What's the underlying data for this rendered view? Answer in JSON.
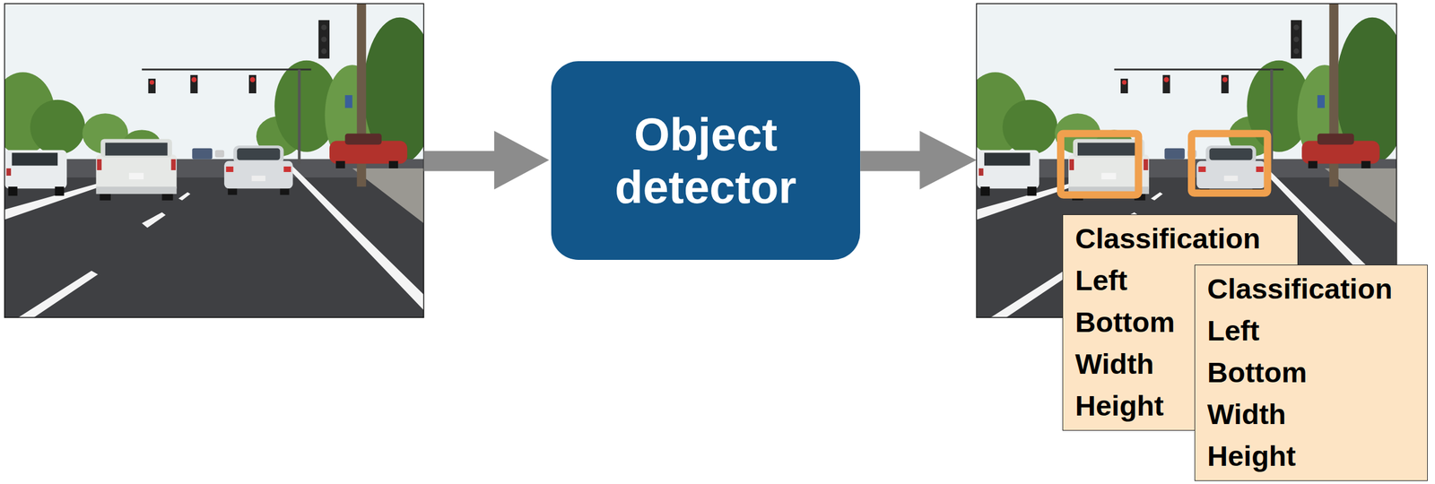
{
  "diagram": {
    "nodes": [
      {
        "text": [
          "Object detector"
        ]
      },
      {
        "text": [
          "Classification",
          "Left",
          "Bottom",
          "Width",
          "Height"
        ]
      },
      {
        "text": [
          "Classification",
          "Left",
          "Bottom",
          "Width",
          "Height"
        ]
      }
    ]
  }
}
